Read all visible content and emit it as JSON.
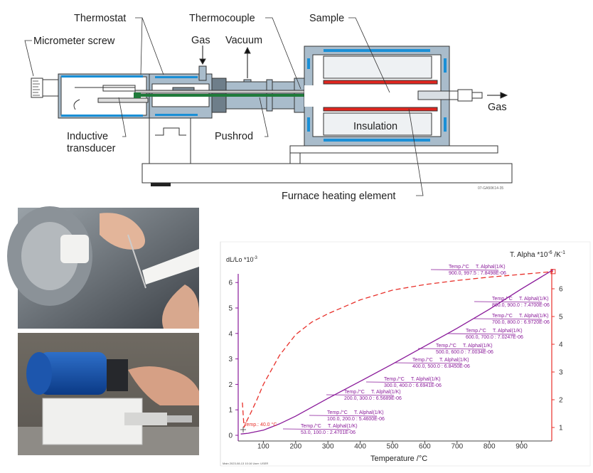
{
  "diagram": {
    "labels": {
      "micrometer_screw": "Micrometer screw",
      "thermostat": "Thermostat",
      "inductive": "Inductive",
      "transducer": "transducer",
      "thermocouple": "Thermocouple",
      "gas_in": "Gas",
      "vacuum": "Vacuum",
      "pushrod": "Pushrod",
      "sample": "Sample",
      "insulation": "Insulation",
      "furnace_heating_element": "Furnace heating element",
      "gas_out": "Gas",
      "code": "07-GA50K14-35"
    },
    "colors": {
      "housing": "#a9bccb",
      "cooling": "#1a8fd6",
      "heater": "#e0261f",
      "pushrod": "#1f7a3a"
    }
  },
  "photos": {
    "top": "hand-with-tweezers-loading-sample-holder",
    "bottom": "blue-motor-machine-with-specimen"
  },
  "chart_data": {
    "type": "line",
    "ylabel_left": "dL/Lo *10",
    "ylabel_left_exp": "-3",
    "ylabel_right": "T. Alpha *10",
    "ylabel_right_exp": "-6",
    "ylabel_right_unit": " /K",
    "ylabel_right_unit_exp": "-1",
    "xlabel": "Temperature /°C",
    "xlim": [
      20,
      1000
    ],
    "ylim_left": [
      0,
      6.5
    ],
    "ylim_right": [
      0.7,
      6.8
    ],
    "xticks": [
      "100",
      "200",
      "300",
      "400",
      "500",
      "600",
      "700",
      "800",
      "900"
    ],
    "yticks_left": [
      "0",
      "1",
      "2",
      "3",
      "4",
      "5",
      "6"
    ],
    "yticks_right": [
      "1",
      "2",
      "3",
      "4",
      "5",
      "6"
    ],
    "series": [
      {
        "axis": "left",
        "color": "#8a1a9a",
        "style": "solid",
        "x": [
          30,
          53,
          100,
          150,
          200,
          250,
          300,
          400,
          500,
          600,
          700,
          800,
          900,
          997.5
        ],
        "y": [
          0.05,
          0.08,
          0.2,
          0.45,
          0.75,
          1.1,
          1.45,
          2.12,
          2.8,
          3.5,
          4.2,
          4.95,
          5.75,
          6.5
        ]
      },
      {
        "axis": "right",
        "color": "#e8302a",
        "style": "dashed",
        "x": [
          35,
          40,
          45,
          60,
          80,
          100,
          150,
          200,
          250,
          300,
          400,
          500,
          600,
          700,
          800,
          900,
          997.5
        ],
        "y": [
          1.9,
          1.0,
          1.15,
          1.5,
          2.0,
          2.55,
          3.6,
          4.35,
          4.8,
          5.1,
          5.6,
          5.95,
          6.15,
          6.3,
          6.42,
          6.52,
          6.62
        ]
      }
    ],
    "annotations": [
      {
        "head": "Temp./°C",
        "head2": "T. Alphal(1/K)",
        "value": "900.0, 997.5 : 7.8498E-06"
      },
      {
        "head": "Temp./°C",
        "head2": "T. Alphal(1/K)",
        "value": "800.0, 900.0 : 7.4700E-06"
      },
      {
        "head": "Temp./°C",
        "head2": "T. Alphal(1/K)",
        "value": "700.0, 800.0 : 6.9720E-06"
      },
      {
        "head": "Temp./°C",
        "head2": "T. Alphal(1/K)",
        "value": "600.0, 700.0 : 7.0247E-06"
      },
      {
        "head": "Temp./°C",
        "head2": "T. Alphal(1/K)",
        "value": "500.0, 600.0 : 7.0034E-06"
      },
      {
        "head": "Temp./°C",
        "head2": "T. Alphal(1/K)",
        "value": "400.0, 500.0 : 6.8450E-06"
      },
      {
        "head": "Temp./°C",
        "head2": "T. Alphal(1/K)",
        "value": "300.0, 400.0 : 6.6941E-06"
      },
      {
        "head": "Temp./°C",
        "head2": "T. Alphal(1/K)",
        "value": "200.0, 300.0 : 6.5689E-06"
      },
      {
        "head": "Temp./°C",
        "head2": "T. Alphal(1/K)",
        "value": "100.0, 200.0 : 5.4600E-06"
      },
      {
        "head": "Temp./°C",
        "head2": "T. Alphal(1/K)",
        "value": "53.0, 100.0 : 2.4701E-06"
      }
    ],
    "onset_label": "Temp.: 40.0 °C",
    "footer": "Main   2023-08-13 10:16   User: USER"
  }
}
